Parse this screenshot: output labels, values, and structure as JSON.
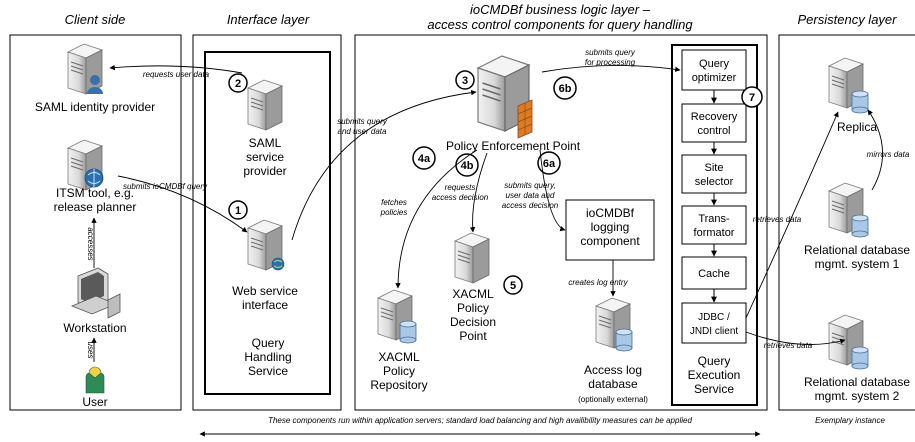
{
  "layers": {
    "client": "Client side",
    "interface": "Interface layer",
    "logic_line1": "ioCMDBf business logic layer –",
    "logic_line2": "access control components for query handling",
    "persistency": "Persistency layer"
  },
  "nodes": {
    "saml_idp": "SAML identity provider",
    "itsm_1": "ITSM tool, e.g.",
    "itsm_2": "release planner",
    "workstation": "Workstation",
    "user": "User",
    "saml_sp_1": "SAML",
    "saml_sp_2": "service",
    "saml_sp_3": "provider",
    "ws_1": "Web service",
    "ws_2": "interface",
    "qhs_1": "Query",
    "qhs_2": "Handling",
    "qhs_3": "Service",
    "pep": "Policy Enforcement Point",
    "xacml_repo_1": "XACML",
    "xacml_repo_2": "Policy",
    "xacml_repo_3": "Repository",
    "pdp_1": "XACML",
    "pdp_2": "Policy",
    "pdp_3": "Decision",
    "pdp_4": "Point",
    "logcomp_1": "ioCMDBf",
    "logcomp_2": "logging",
    "logcomp_3": "component",
    "accesslog_1": "Access log",
    "accesslog_2": "database",
    "accesslog_3": "(optionally external)",
    "qes_1": "Query",
    "qes_2": "Execution",
    "qes_3": "Service",
    "replica": "Replica",
    "rdb1_1": "Relational database",
    "rdb1_2": "mgmt. system 1",
    "rdb2_1": "Relational database",
    "rdb2_2": "mgmt. system 2"
  },
  "pipeline": {
    "optimizer_1": "Query",
    "optimizer_2": "optimizer",
    "recovery_1": "Recovery",
    "recovery_2": "control",
    "site_1": "Site",
    "site_2": "selector",
    "trans_1": "Trans-",
    "trans_2": "formator",
    "cache": "Cache",
    "jdbc_1": "JDBC /",
    "jdbc_2": "JNDI client"
  },
  "steps": {
    "s1": "1",
    "s2": "2",
    "s3": "3",
    "s4a": "4a",
    "s4b": "4b",
    "s5": "5",
    "s6a": "6a",
    "s6b": "6b",
    "s7": "7"
  },
  "edges": {
    "requests_user_data": "requests user data",
    "submits_iocmdbf_query": "submits ioCMDBf query",
    "accesses": "accesses",
    "uses": "uses",
    "submits_query_user_1": "submits query",
    "submits_query_user_2": "and user data",
    "submits_processing_1": "submits query",
    "submits_processing_2": "for processing",
    "fetches_1": "fetches",
    "fetches_2": "policies",
    "requests_decision_1": "requests",
    "requests_decision_2": "access decision",
    "submits_log_1": "submits query,",
    "submits_log_2": "user data and",
    "submits_log_3": "access decision",
    "creates_log": "creates log entry",
    "mirrors_data": "mirrors data",
    "retrieves_1": "retrieves data",
    "retrieves_2": "retrieves data"
  },
  "footer": {
    "note": "These components run within application servers; standard load balancing and high availibility measures can be applied",
    "instance": "Exemplary instance"
  },
  "colors": {
    "server_light": "#e6e6e6",
    "server_dark": "#8c8c8c",
    "person_green": "#2e8b57",
    "globe_blue": "#2a6fb0",
    "db_blue": "#a9c8e8",
    "firewall_orange": "#e07b22"
  }
}
